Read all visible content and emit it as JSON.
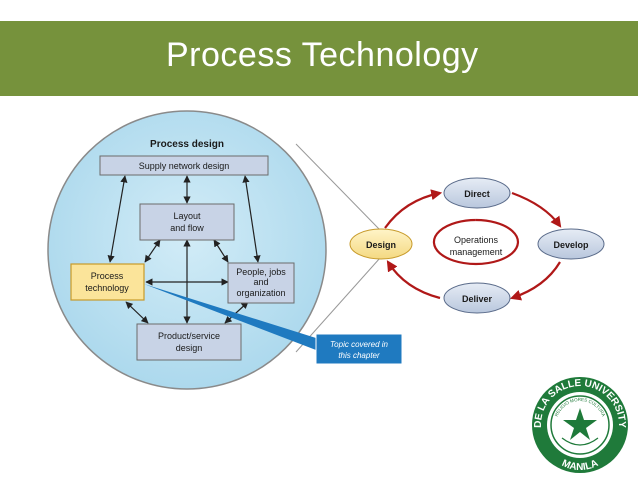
{
  "slide": {
    "title": "Process Technology"
  },
  "process_design": {
    "title": "Process design",
    "boxes": {
      "supply_network": "Supply network design",
      "layout_flow": [
        "Layout",
        "and flow"
      ],
      "process_technology": [
        "Process",
        "technology"
      ],
      "people_jobs": [
        "People, jobs",
        "and",
        "organization"
      ],
      "product_service": [
        "Product/service",
        "design"
      ]
    }
  },
  "callout": {
    "text": [
      "Topic covered in",
      "this chapter"
    ]
  },
  "operations_cycle": {
    "center": [
      "Operations",
      "management"
    ],
    "nodes": {
      "direct": "Direct",
      "design": "Design",
      "develop": "Develop",
      "deliver": "Deliver"
    }
  },
  "logo": {
    "text_top": "DE LA SALLE UNIVERSITY",
    "text_bottom": "MANILA",
    "text_motto": "RELIGIO MORES CULTURA"
  },
  "colors": {
    "title_bar": "#76923c",
    "circle_fill": "#bfe3f2",
    "box_fill": "#c8d3e6",
    "highlight_box": "#fbe49a",
    "callout": "#1f7ac0",
    "arrow_red": "#b01818",
    "logo_green": "#1f7a3a"
  }
}
